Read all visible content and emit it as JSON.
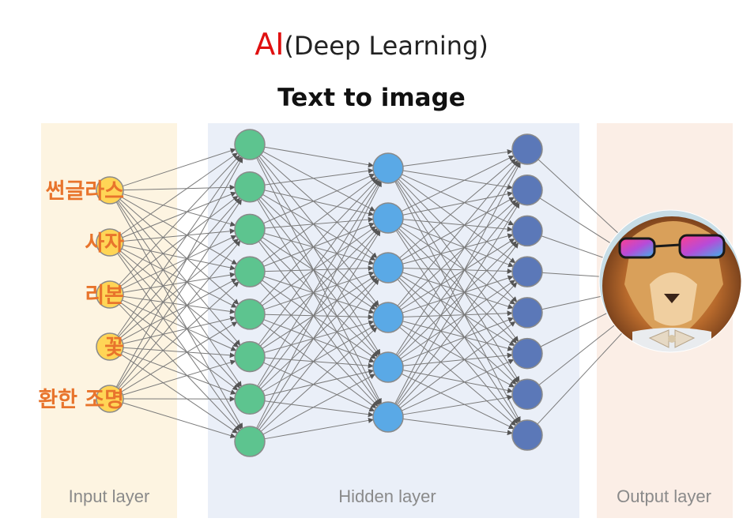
{
  "title": {
    "ai": "AI",
    "rest": "(Deep Learning)"
  },
  "subtitle": "Text to image",
  "input_words": [
    "썬글라스",
    "사자",
    "리본",
    "꽃",
    "환한 조명"
  ],
  "layers": {
    "input": {
      "label": "Input layer",
      "nodes": 5,
      "color": "#ffd556",
      "panel": "#fdf4e1"
    },
    "hidden1": {
      "nodes": 8,
      "color": "#5dc48f"
    },
    "hidden2": {
      "nodes": 6,
      "color": "#5aa9e6"
    },
    "hidden3": {
      "nodes": 8,
      "color": "#5b78b8"
    },
    "hidden": {
      "label": "Hidden layer",
      "panel": "#eaeff8"
    },
    "output": {
      "label": "Output layer",
      "panel": "#fbeee6",
      "image": "lion-with-sunglasses-and-bow-tie"
    }
  },
  "colors": {
    "ai": "#e01010",
    "word": "#e8742c",
    "edge": "#7a7a7a"
  }
}
